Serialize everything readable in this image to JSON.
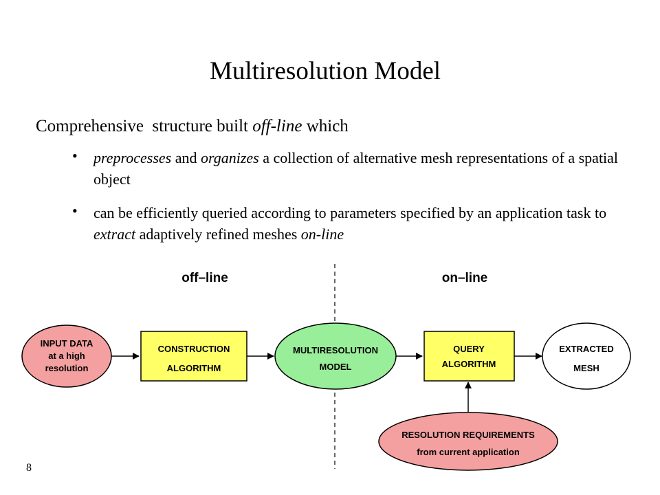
{
  "slide": {
    "title": "Multiresolution Model",
    "intro": {
      "prefix": "Comprehensive  structure built ",
      "emphasis": "off-line",
      "suffix": " which"
    },
    "bullets": [
      {
        "marker": "•",
        "parts": [
          {
            "text": "preprocesses",
            "italic": true
          },
          {
            "text": " and ",
            "italic": false
          },
          {
            "text": "organizes",
            "italic": true
          },
          {
            "text": " a collection of alternative mesh representations of a spatial object",
            "italic": false
          }
        ]
      },
      {
        "marker": "•",
        "parts": [
          {
            "text": "can be efficiently queried according to parameters specified by an application task to ",
            "italic": false
          },
          {
            "text": "extract",
            "italic": true
          },
          {
            "text": " adaptively refined meshes ",
            "italic": false
          },
          {
            "text": "on-line",
            "italic": true
          }
        ]
      }
    ],
    "page_number": "8"
  },
  "diagram": {
    "section_offline": "off–line",
    "section_online": "on–line",
    "nodes": {
      "input_data": {
        "lines": [
          "INPUT DATA",
          "at a high",
          "resolution"
        ],
        "fill": "#f4a0a0"
      },
      "construction": {
        "lines": [
          "CONSTRUCTION",
          "ALGORITHM"
        ],
        "fill": "#ffff66"
      },
      "multires_model": {
        "lines": [
          "MULTIRESOLUTION",
          "MODEL"
        ],
        "fill": "#99ee99"
      },
      "query": {
        "lines": [
          "QUERY",
          "ALGORITHM"
        ],
        "fill": "#ffff66"
      },
      "extracted": {
        "lines": [
          "EXTRACTED",
          "MESH"
        ],
        "fill": "#ffffff"
      },
      "requirements": {
        "lines": [
          "RESOLUTION REQUIREMENTS",
          "from current application"
        ],
        "fill": "#f4a0a0"
      }
    }
  }
}
